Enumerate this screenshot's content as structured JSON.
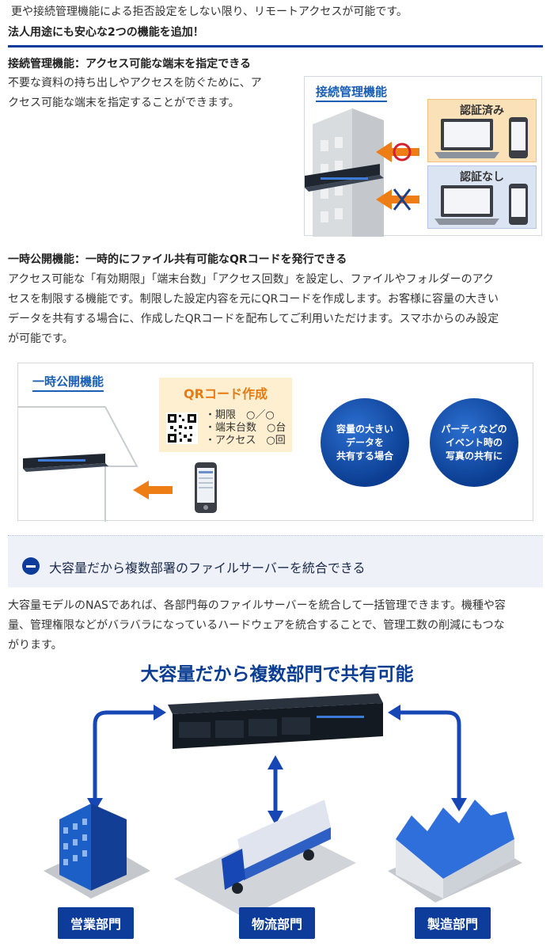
{
  "intro": {
    "line": "更や接続管理機能による拒否設定をしない限り、リモートアクセスが可能です。",
    "heading": "法人用途にも安心な2つの機能を追加！"
  },
  "connection": {
    "title": "接続管理機能：アクセス可能な端末を指定できる",
    "body_lines": [
      "不要な資料の持ち出しやアクセスを防ぐために、ア",
      "クセス可能な端末を指定することができます。"
    ],
    "diagram": {
      "title": "接続管理機能",
      "approved": "認証済み",
      "unapproved": "認証なし"
    }
  },
  "temporary": {
    "title": "一時公開機能：一時的にファイル共有可能なQRコードを発行できる",
    "body_lines": [
      "アクセス可能な「有効期限」「端末台数」「アクセス回数」を設定し、ファイルやフォルダーのアク",
      "セスを制限する機能です。制限した設定内容を元にQRコードを作成します。お客様に容量の大きい",
      "データを共有する場合に、作成したQRコードを配布してご利用いただけます。スマホからのみ設定",
      "が可能です。"
    ],
    "diagram": {
      "title": "一時公開機能",
      "qr_title": "QRコード作成",
      "qr_items": [
        "・期限　○／○",
        "・端末台数　○台",
        "・アクセス　○回"
      ],
      "circle1": [
        "容量の大きい",
        "データを",
        "共有する場合"
      ],
      "circle2": [
        "パーティなどの",
        "イベント時の",
        "写真の共有に"
      ]
    }
  },
  "accordion": {
    "label": "大容量だから複数部署のファイルサーバーを統合できる"
  },
  "consolidation": {
    "body_lines": [
      "大容量モデルのNASであれば、各部門毎のファイルサーバーを統合して一括管理できます。機種や容",
      "量、管理権限などがバラバラになっているハードウェアを統合することで、管理工数の削減にもつな",
      "がります。"
    ],
    "figure_title": "大容量だから複数部門で共有可能",
    "departments": [
      "営業部門",
      "物流部門",
      "製造部門"
    ]
  },
  "colors": {
    "brand_blue": "#0d3c9a",
    "accent_orange": "#e77b11"
  }
}
